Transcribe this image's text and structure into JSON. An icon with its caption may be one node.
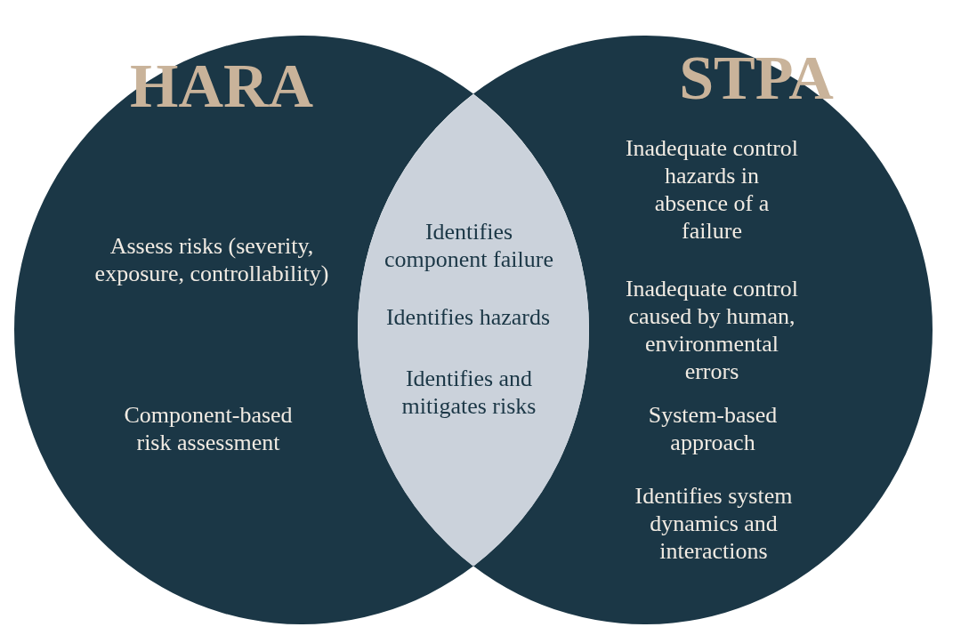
{
  "diagram": {
    "nodes": [
      {
        "text": [
          "HARA",
          "Assess risks (severity, exposure, controllability)",
          "Component-based risk assessment"
        ]
      },
      {
        "text": [
          "Identifies component failure",
          "Identifies hazards",
          "Identifies and mitigates risks"
        ]
      },
      {
        "text": [
          "STPA",
          "Inadequate control hazards in absence of a failure",
          "Inadequate control caused by human, environmental errors",
          "System-based approach",
          "Identifies system dynamics and interactions"
        ]
      }
    ]
  }
}
